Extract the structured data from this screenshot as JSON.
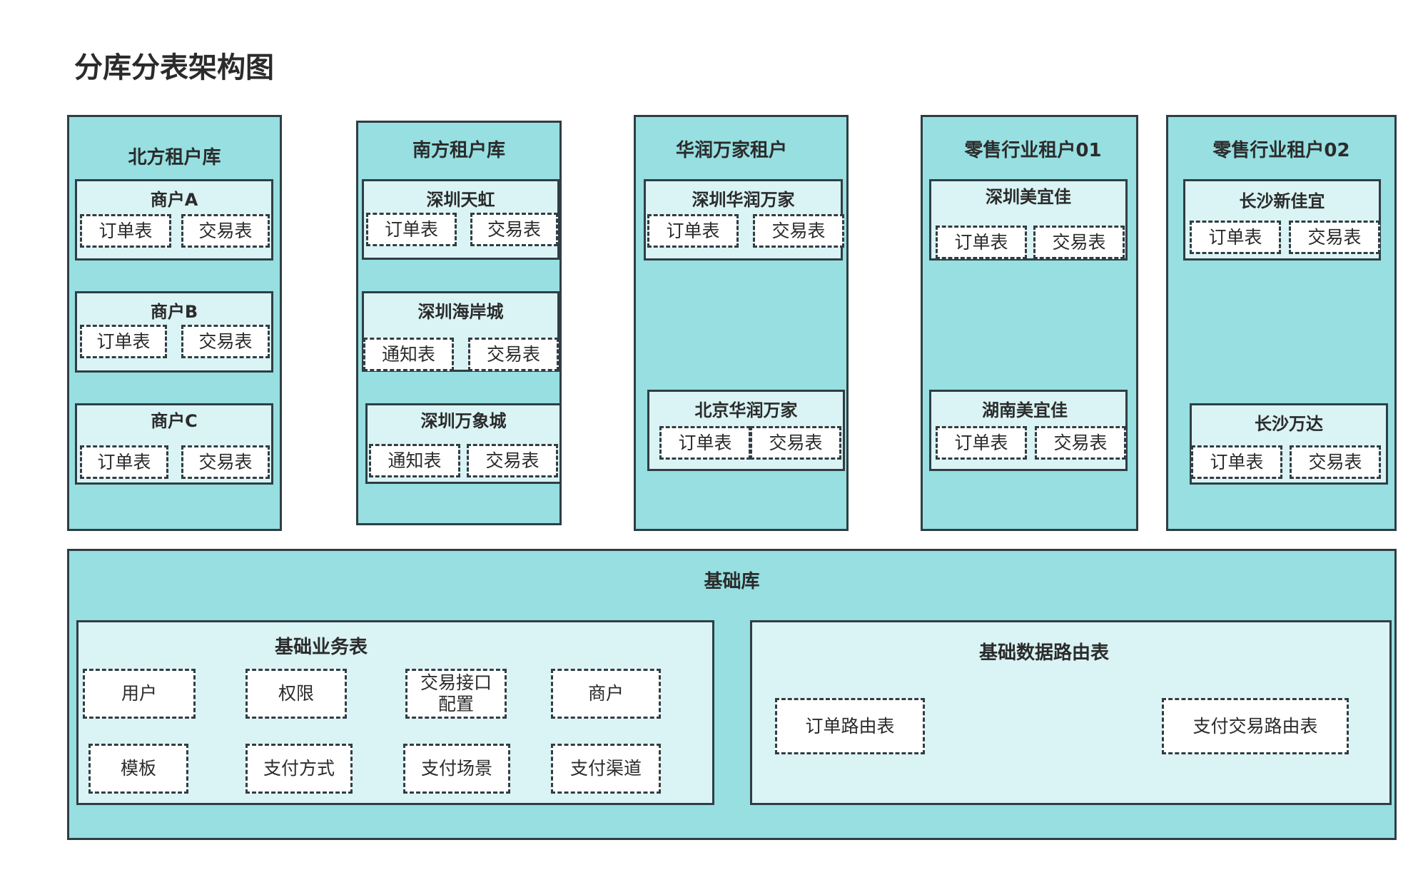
{
  "title": "分库分表架构图",
  "tenants": [
    {
      "name": "北方租户库",
      "groups": [
        {
          "name": "商户A",
          "tables": [
            "订单表",
            "交易表"
          ]
        },
        {
          "name": "商户B",
          "tables": [
            "订单表",
            "交易表"
          ]
        },
        {
          "name": "商户C",
          "tables": [
            "订单表",
            "交易表"
          ]
        }
      ]
    },
    {
      "name": "南方租户库",
      "groups": [
        {
          "name": "深圳天虹",
          "tables": [
            "订单表",
            "交易表"
          ]
        },
        {
          "name": "深圳海岸城",
          "tables": [
            "通知表",
            "交易表"
          ]
        },
        {
          "name": "深圳万象城",
          "tables": [
            "通知表",
            "交易表"
          ]
        }
      ]
    },
    {
      "name": "华润万家租户",
      "groups": [
        {
          "name": "深圳华润万家",
          "tables": [
            "订单表",
            "交易表"
          ]
        },
        {
          "name": "北京华润万家",
          "tables": [
            "订单表",
            "交易表"
          ]
        }
      ]
    },
    {
      "name": "零售行业租户01",
      "groups": [
        {
          "name": "深圳美宜佳",
          "tables": [
            "订单表",
            "交易表"
          ]
        },
        {
          "name": "湖南美宜佳",
          "tables": [
            "订单表",
            "交易表"
          ]
        }
      ]
    },
    {
      "name": "零售行业租户02",
      "groups": [
        {
          "name": "长沙新佳宜",
          "tables": [
            "订单表",
            "交易表"
          ]
        },
        {
          "name": "长沙万达",
          "tables": [
            "订单表",
            "交易表"
          ]
        }
      ]
    }
  ],
  "base": {
    "name": "基础库",
    "business": {
      "name": "基础业务表",
      "tables": [
        "用户",
        "权限",
        "交易接口配置",
        "商户",
        "模板",
        "支付方式",
        "支付场景",
        "支付渠道"
      ]
    },
    "routing": {
      "name": "基础数据路由表",
      "tables": [
        "订单路由表",
        "支付交易路由表"
      ]
    }
  }
}
